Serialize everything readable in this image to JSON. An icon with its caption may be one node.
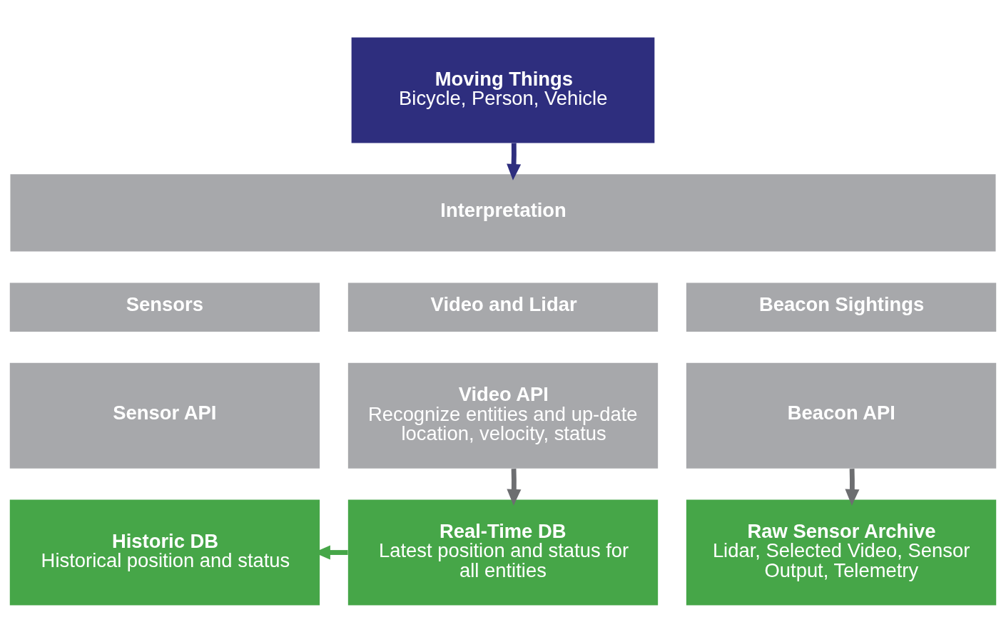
{
  "diagram": {
    "nodes": [
      {
        "text": [
          "Moving Things",
          "Bicycle, Person, Vehicle"
        ]
      },
      {
        "text": [
          "Interpretation"
        ]
      },
      {
        "text": [
          "Sensors"
        ]
      },
      {
        "text": [
          "Video and Lidar"
        ]
      },
      {
        "text": [
          "Beacon Sightings"
        ]
      },
      {
        "text": [
          "Sensor API"
        ]
      },
      {
        "text": [
          "Video API",
          "Recognize entities and up-date location, velocity, status"
        ]
      },
      {
        "text": [
          "Beacon API"
        ]
      },
      {
        "text": [
          "Historic DB",
          "Historical position and status"
        ]
      },
      {
        "text": [
          "Real-Time DB",
          "Latest position and status for all entities"
        ]
      },
      {
        "text": [
          "Raw Sensor Archive",
          "Lidar, Selected Video, Sensor Output, Telemetry"
        ]
      }
    ],
    "edges": [
      {
        "from": 0,
        "to": 1,
        "arrow": "to",
        "color": "#2e2e7e"
      },
      {
        "from": 6,
        "to": 9,
        "arrow": "to",
        "color": "#6d6e71"
      },
      {
        "from": 7,
        "to": 10,
        "arrow": "to",
        "color": "#6d6e71"
      },
      {
        "from": 9,
        "to": 8,
        "arrow": "to",
        "color": "#46a648"
      }
    ]
  }
}
